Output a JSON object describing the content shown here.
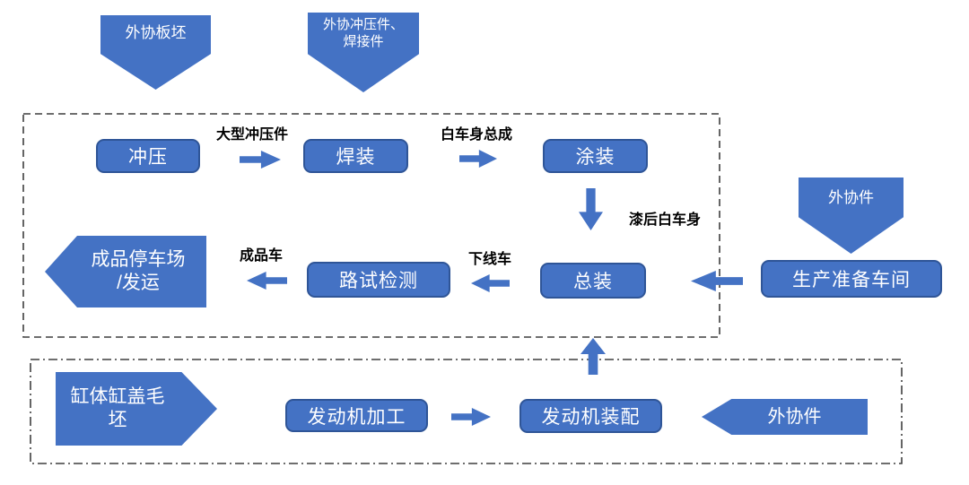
{
  "colors": {
    "shape_fill": "#4472C4",
    "shape_border": "#2F5597",
    "shape_text": "#FFFFFF",
    "label_text": "#000000",
    "boundary": "#3F3F3F"
  },
  "external_inputs": {
    "slab": "外协板坯",
    "stamping_welding_parts": "外协冲压件、\n焊接件",
    "outsourced_parts_top": "外协件",
    "outsourced_parts_engine": "外协件",
    "cylinder_blank": "缸体缸盖毛\n坯"
  },
  "processes": {
    "stamping": "冲压",
    "welding": "焊装",
    "painting": "涂装",
    "final_assembly": "总装",
    "road_test": "路试检测",
    "prep_workshop": "生产准备车间",
    "parking_shipping": "成品停车场\n/发运",
    "engine_machining": "发动机加工",
    "engine_assembly": "发动机装配"
  },
  "flow_labels": {
    "large_stampings": "大型冲压件",
    "body_in_white": "白车身总成",
    "painted_body": "漆后白车身",
    "offline_car": "下线车",
    "finished_car": "成品车"
  }
}
